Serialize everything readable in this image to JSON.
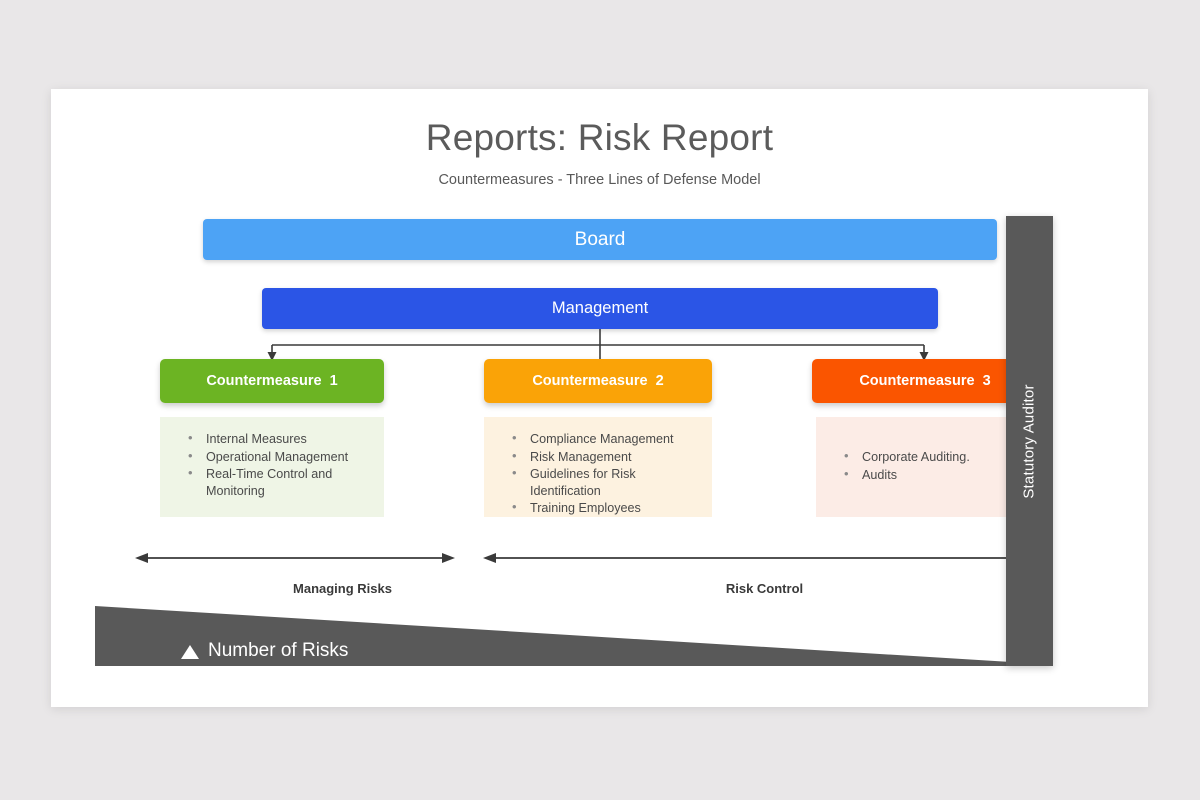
{
  "slide": {
    "title": "Reports: Risk Report",
    "subtitle": "Countermeasures - Three Lines of Defense Model",
    "background_color": "#e9e7e8",
    "surface_color": "#ffffff"
  },
  "hierarchy": {
    "board": {
      "label": "Board",
      "color": "#4da3f5"
    },
    "management": {
      "label": "Management",
      "color": "#2b55e6"
    }
  },
  "columns": [
    {
      "header": "Countermeasure  1",
      "header_color": "#6cb423",
      "body_color": "#eff5e6",
      "align": "top",
      "items": [
        "Internal Measures",
        "Operational Management",
        "Real-Time Control and Monitoring"
      ]
    },
    {
      "header": "Countermeasure  2",
      "header_color": "#faa307",
      "body_color": "#fdf2e0",
      "align": "top",
      "items": [
        "Compliance Management",
        "Risk Management",
        "Guidelines for Risk Identification",
        "Training Employees"
      ]
    },
    {
      "header": "Countermeasure  3",
      "header_color": "#fa5500",
      "body_color": "#fcece6",
      "align": "center",
      "items": [
        "Corporate Auditing.",
        "Audits"
      ]
    }
  ],
  "ranges": [
    {
      "label": "Managing Risks",
      "style": "double-headed-arrow"
    },
    {
      "label": "Risk Control",
      "style": "double-headed-arrow"
    }
  ],
  "wedge": {
    "label": "Number of Risks",
    "marker": "up-triangle",
    "color": "#595959",
    "direction": "decreasing-left-to-right"
  },
  "auditor": {
    "label": "Statutory Auditor",
    "color": "#595959",
    "orientation": "vertical"
  }
}
